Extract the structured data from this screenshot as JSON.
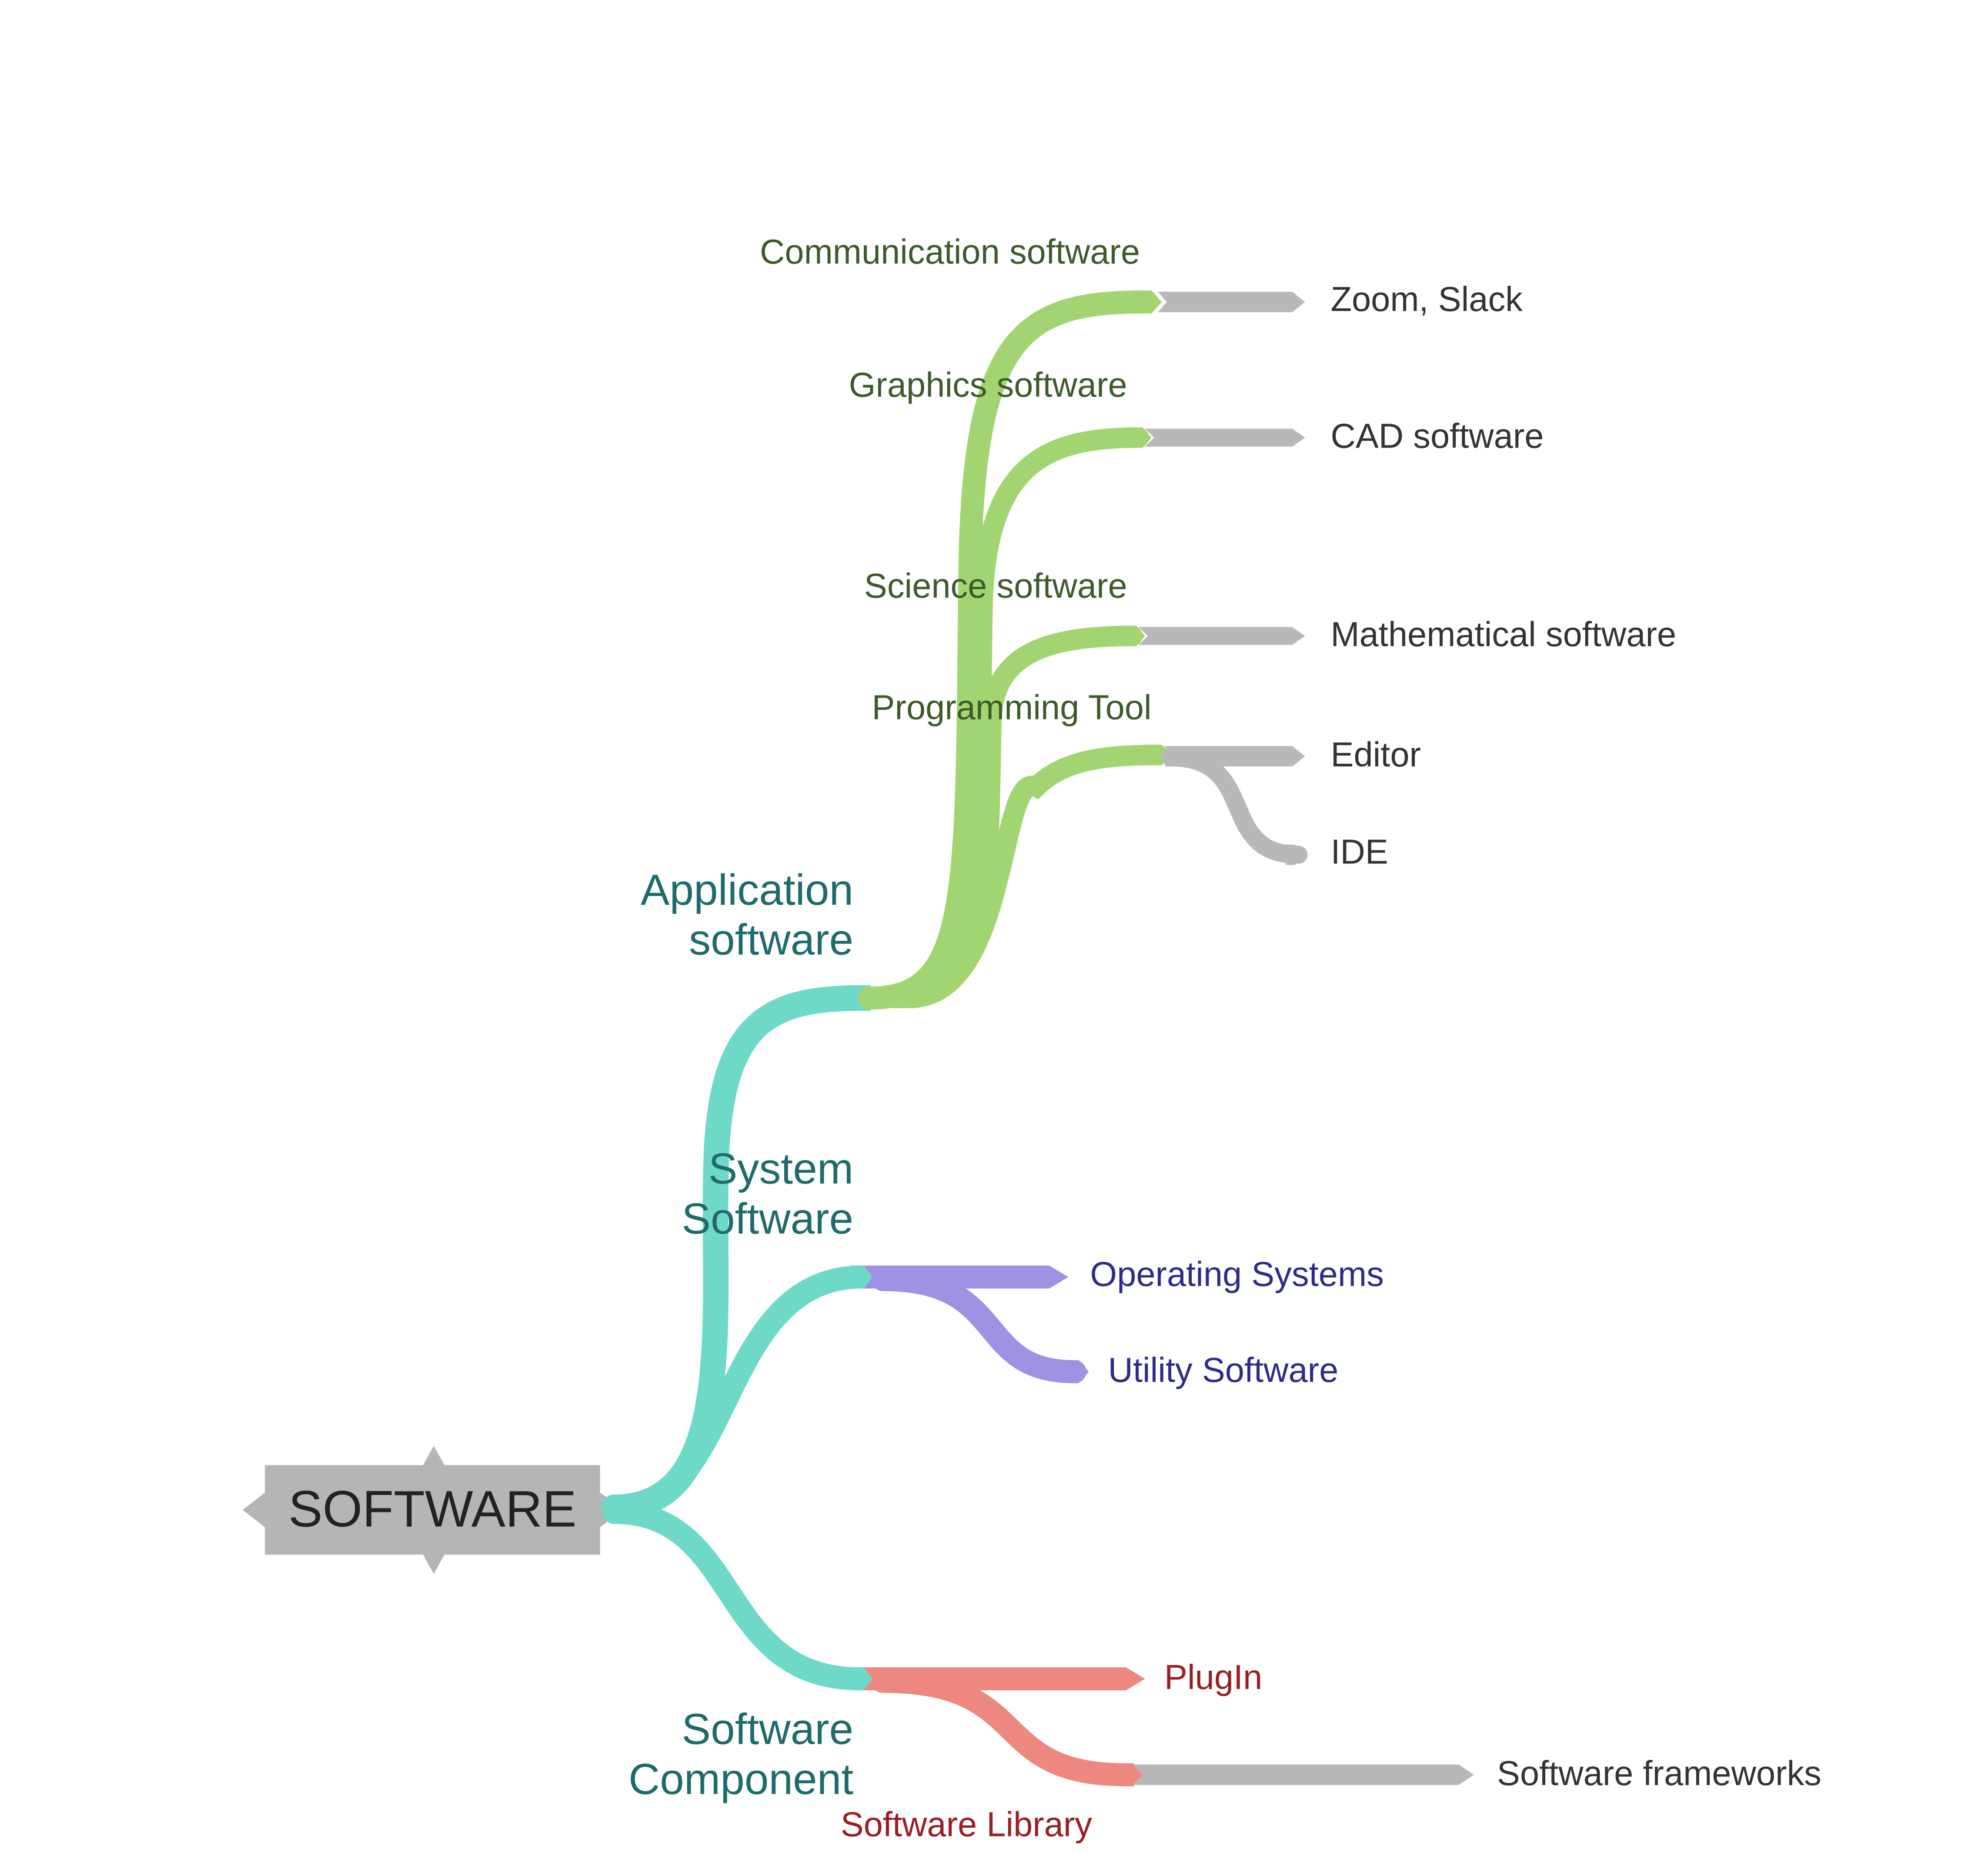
{
  "root": {
    "label": "SOFTWARE"
  },
  "branches": {
    "application": {
      "label_line1": "Application",
      "label_line2": "software",
      "children": {
        "communication": {
          "label": "Communication software",
          "leaf": "Zoom, Slack"
        },
        "graphics": {
          "label": "Graphics software",
          "leaf": "CAD software"
        },
        "science": {
          "label": "Science software",
          "leaf": "Mathematical software"
        },
        "programming": {
          "label": "Programming Tool",
          "leaves": [
            "Editor",
            "IDE"
          ]
        }
      }
    },
    "system": {
      "label_line1": "System",
      "label_line2": "Software",
      "children": [
        "Operating Systems",
        "Utility Software"
      ]
    },
    "component": {
      "label_line1": "Software",
      "label_line2": "Component",
      "children": {
        "plugin": {
          "label": "PlugIn"
        },
        "library": {
          "label": "Software Library",
          "leaf": "Software frameworks"
        }
      }
    }
  },
  "colors": {
    "root": "#b5b5b5",
    "level1": "#6fd9c8",
    "application_children": "#a2d572",
    "system_children": "#9d92e4",
    "component_children": "#ec8880",
    "leaf_connectors": "#b8b8b8"
  }
}
